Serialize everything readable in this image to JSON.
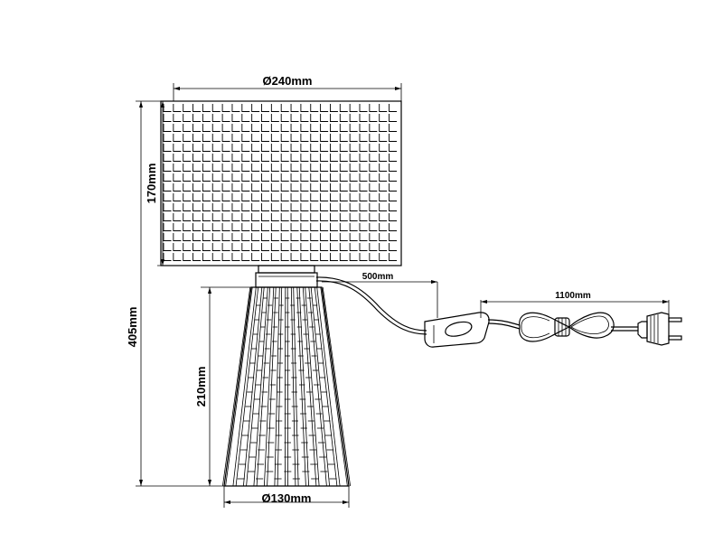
{
  "dimensions": {
    "shade_diameter": "Ø240mm",
    "shade_height": "170mm",
    "total_height": "405mm",
    "base_height": "210mm",
    "base_diameter": "Ø130mm",
    "cable_to_switch": "500mm",
    "cable_to_plug": "1100mm"
  }
}
